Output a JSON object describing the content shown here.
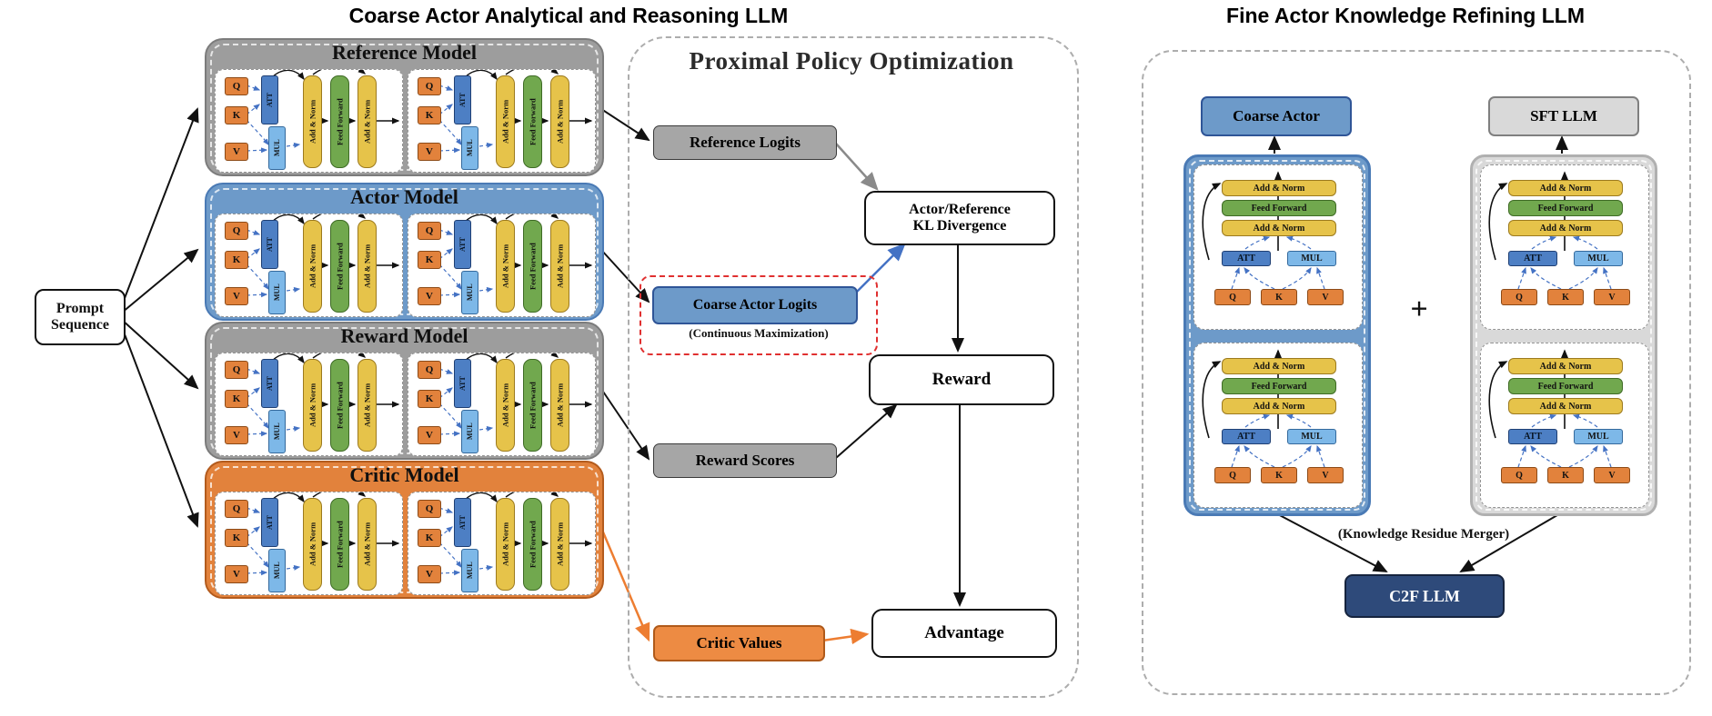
{
  "titles": {
    "left": "Coarse Actor Analytical and Reasoning LLM",
    "right": "Fine Actor Knowledge Refining LLM"
  },
  "prompt_sequence": "Prompt Sequence",
  "models": {
    "reference": "Reference Model",
    "actor": "Actor Model",
    "reward": "Reward Model",
    "critic": "Critic Model"
  },
  "block_labels": {
    "q": "Q",
    "k": "K",
    "v": "V",
    "att": "ATT",
    "mul": "MUL",
    "add_norm": "Add & Norm",
    "feed_forward": "Feed Forward"
  },
  "ppo": {
    "title": "Proximal Policy Optimization",
    "reference_logits": "Reference Logits",
    "kl_line1": "Actor/Reference",
    "kl_line2": "KL Divergence",
    "coarse_actor_logits": "Coarse Actor Logits",
    "continuous_maximization": "(Continuous Maximization)",
    "reward": "Reward",
    "reward_scores": "Reward Scores",
    "critic_values": "Critic Values",
    "advantage": "Advantage"
  },
  "fine": {
    "coarse_actor": "Coarse Actor",
    "sft_llm": "SFT LLM",
    "plus": "+",
    "merger": "(Knowledge Residue Merger)",
    "c2f_llm": "C2F LLM"
  },
  "colors": {
    "model_gray": "#9d9d9d",
    "model_blue": "#6d9ac9",
    "model_orange": "#e2823c",
    "qkv_orange": "#e2823c",
    "att_blue": "#4d7fc4",
    "mul_blue": "#7db8e8",
    "add_norm_yellow": "#e6c34a",
    "feed_forward_green": "#71a84e",
    "node_gray": "#a6a6a6",
    "node_white": "#ffffff",
    "c2f_navy": "#2e4a7a",
    "red_dashed_border": "#e03030",
    "arrow_black": "#111111",
    "arrow_gray": "#8a8a8a",
    "arrow_blue": "#4472c4",
    "arrow_orange": "#ed7d31"
  }
}
